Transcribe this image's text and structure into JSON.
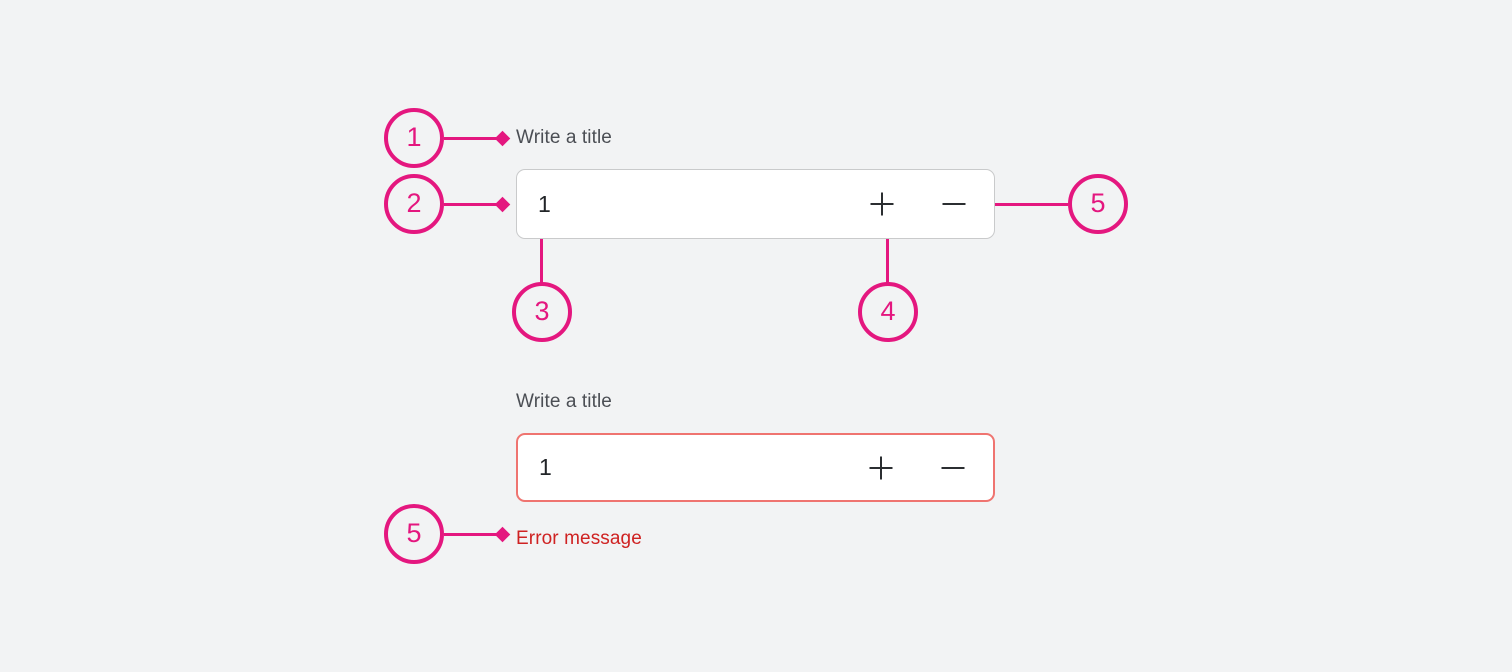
{
  "theme": {
    "background": "#f2f3f4",
    "annotation_color": "#e4177f",
    "label_color": "#4b4e54",
    "value_color": "#222528",
    "border_default": "#c9cacb",
    "border_error": "#ef7470",
    "error_text_color": "#cf2222",
    "field_background": "#ffffff"
  },
  "annotations": [
    {
      "number": "1",
      "target": "field-label"
    },
    {
      "number": "2",
      "target": "number-input-default"
    },
    {
      "number": "3",
      "target": "number-value"
    },
    {
      "number": "4",
      "target": "increment-button"
    },
    {
      "number": "5",
      "target": "decrement-button"
    },
    {
      "number": "5",
      "target": "error-message"
    }
  ],
  "default_field": {
    "label": "Write a title",
    "value": "1",
    "increment_icon": "plus-icon",
    "decrement_icon": "minus-icon",
    "state": "default"
  },
  "error_field": {
    "label": "Write a title",
    "value": "1",
    "increment_icon": "plus-icon",
    "decrement_icon": "minus-icon",
    "state": "error",
    "error_message": "Error message"
  }
}
